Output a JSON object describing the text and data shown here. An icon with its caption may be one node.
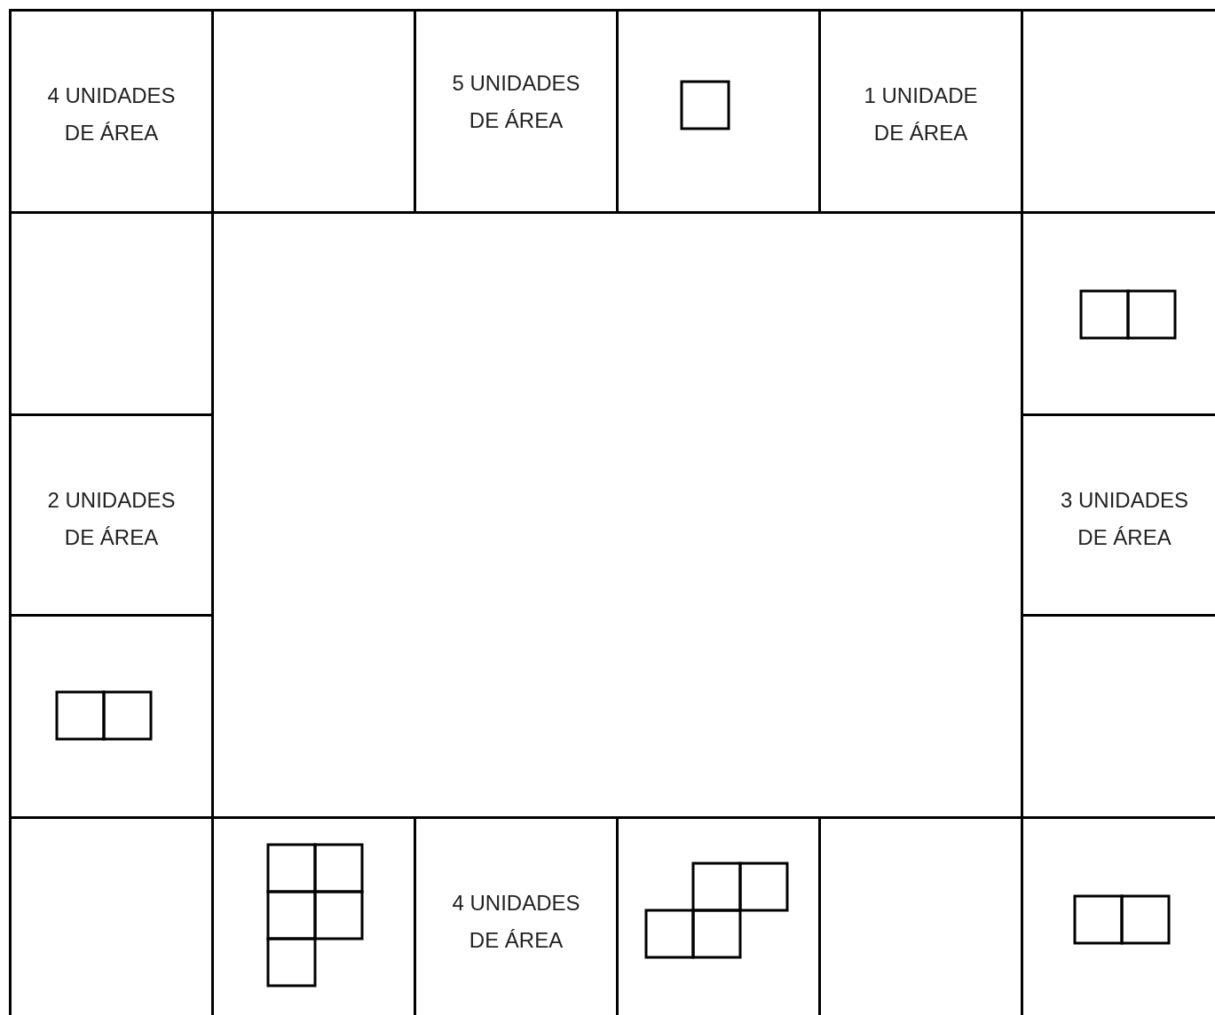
{
  "diagram": {
    "nodes": [
      {
        "text": [
          "4 UNIDADES DE ÁREA"
        ]
      },
      {
        "text": [],
        "shape": "box"
      },
      {
        "text": [
          "5 UNIDADES DE ÁREA"
        ]
      },
      {
        "text": [],
        "shape": "box"
      },
      {
        "text": [
          "1 UNIDADE DE ÁREA"
        ]
      },
      {
        "text": [],
        "shape": "box"
      },
      {
        "text": [],
        "shape": "box"
      },
      {
        "text": [],
        "shape": "box"
      },
      {
        "text": [
          "2 UNIDADES DE ÁREA"
        ]
      },
      {
        "text": [
          "3 UNIDADES DE ÁREA"
        ]
      },
      {
        "text": [],
        "shape": "box"
      },
      {
        "text": [],
        "shape": "box"
      },
      {
        "text": [],
        "shape": "box"
      },
      {
        "text": [],
        "shape": "box"
      },
      {
        "text": [
          "4 UNIDADES DE ÁREA"
        ]
      },
      {
        "text": [],
        "shape": "box"
      },
      {
        "text": [],
        "shape": "box"
      },
      {
        "text": [],
        "shape": "box"
      }
    ]
  }
}
